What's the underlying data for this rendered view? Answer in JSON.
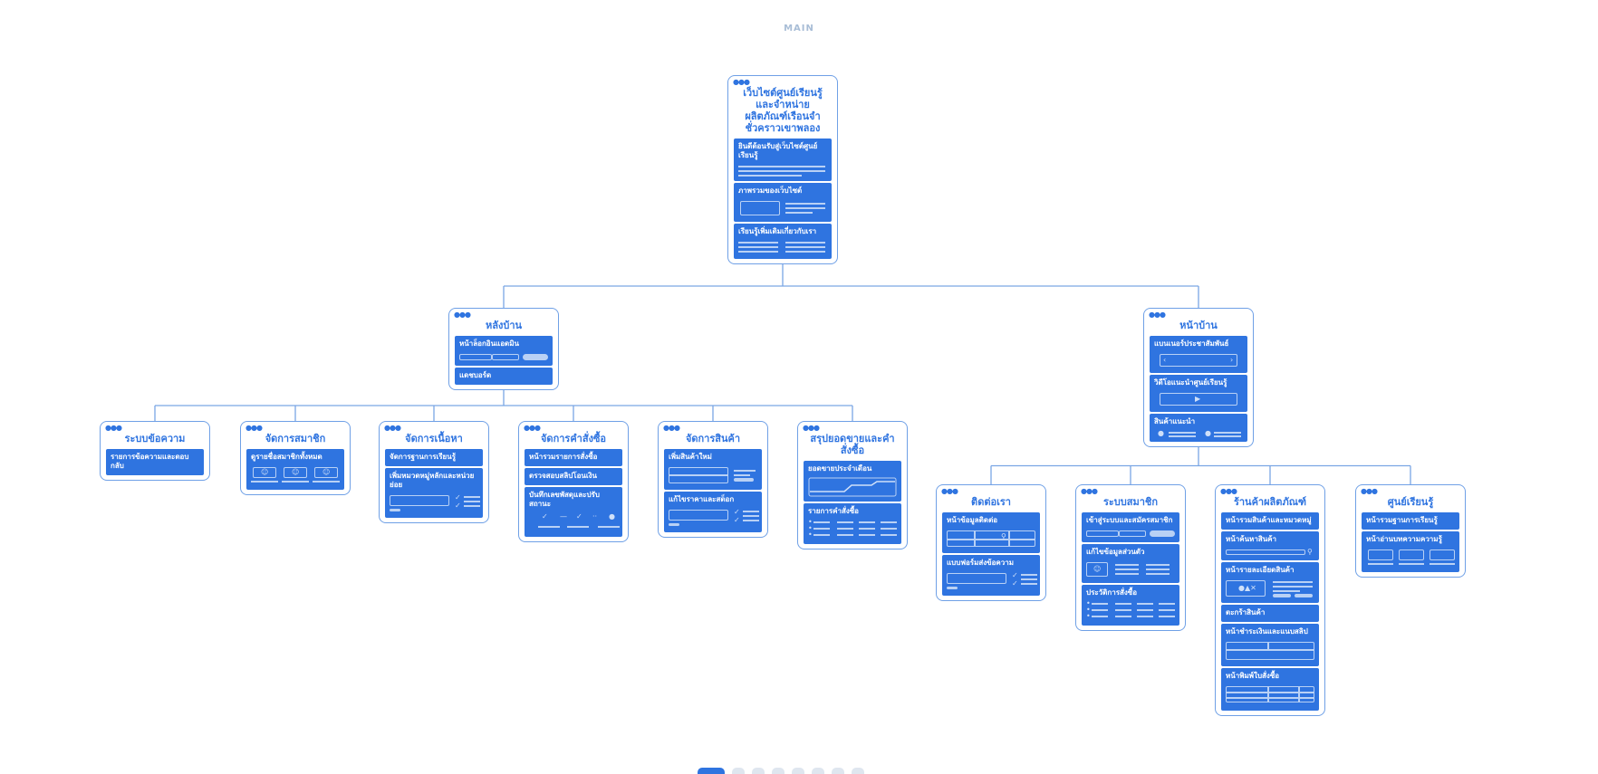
{
  "diagram": {
    "label": "MAIN",
    "root": {
      "title": "เว็บไซต์ศูนย์เรียนรู้และจำหน่ายผลิตภัณฑ์เรือนจำชั่วคราวเขาพลอง",
      "sections": [
        {
          "label": "ยินดีต้อนรับสู่เว็บไซต์ศูนย์เรียนรู้",
          "mock": "text"
        },
        {
          "label": "ภาพรวมของเว็บไซต์",
          "mock": "image-text"
        },
        {
          "label": "เรียนรู้เพิ่มเติมเกี่ยวกับเรา",
          "mock": "two-col"
        }
      ]
    },
    "backend": {
      "title": "หลังบ้าน",
      "sections": [
        {
          "label": "หน้าล็อกอินแอดมิน",
          "mock": "login"
        },
        {
          "label": "แดชบอร์ด",
          "mock": "none"
        }
      ],
      "children": [
        {
          "title": "ระบบข้อความ",
          "sections": [
            {
              "label": "รายการข้อความและตอบกลับ",
              "mock": "none"
            }
          ]
        },
        {
          "title": "จัดการสมาชิก",
          "sections": [
            {
              "label": "ดูรายชื่อสมาชิกทั้งหมด",
              "mock": "members"
            }
          ]
        },
        {
          "title": "จัดการเนื้อหา",
          "sections": [
            {
              "label": "จัดการฐานการเรียนรู้",
              "mock": "none"
            },
            {
              "label": "เพิ่มหมวดหมู่หลักและหน่วยย่อย",
              "mock": "form-check"
            }
          ]
        },
        {
          "title": "จัดการคำสั่งซื้อ",
          "sections": [
            {
              "label": "หน้ารวมรายการสั่งซื้อ",
              "mock": "none"
            },
            {
              "label": "ตรวจสอบสลิปโอนเงิน",
              "mock": "none"
            },
            {
              "label": "บันทึกเลขพัสดุและปรับสถานะ",
              "mock": "status"
            }
          ]
        },
        {
          "title": "จัดการสินค้า",
          "sections": [
            {
              "label": "เพิ่มสินค้าใหม่",
              "mock": "add-product"
            },
            {
              "label": "แก้ไขราคาและสต็อก",
              "mock": "form-check"
            }
          ]
        },
        {
          "title": "สรุปยอดขายและคำสั่งซื้อ",
          "sections": [
            {
              "label": "ยอดขายประจำเดือน",
              "mock": "chart"
            },
            {
              "label": "รายการคำสั่งซื้อ",
              "mock": "table"
            }
          ]
        }
      ]
    },
    "frontend": {
      "title": "หน้าบ้าน",
      "sections": [
        {
          "label": "แบนเนอร์ประชาสัมพันธ์",
          "mock": "carousel"
        },
        {
          "label": "วิดีโอแนะนำศูนย์เรียนรู้",
          "mock": "video"
        },
        {
          "label": "สินค้าแนะนำ",
          "mock": "dots"
        }
      ],
      "children": [
        {
          "title": "ติดต่อเรา",
          "sections": [
            {
              "label": "หน้าข้อมูลติดต่อ",
              "mock": "map"
            },
            {
              "label": "แบบฟอร์มส่งข้อความ",
              "mock": "form-check"
            }
          ]
        },
        {
          "title": "ระบบสมาชิก",
          "sections": [
            {
              "label": "เข้าสู่ระบบและสมัครสมาชิก",
              "mock": "login"
            },
            {
              "label": "แก้ไขข้อมูลส่วนตัว",
              "mock": "profile"
            },
            {
              "label": "ประวัติการสั่งซื้อ",
              "mock": "table"
            }
          ]
        },
        {
          "title": "ร้านค้าผลิตภัณฑ์",
          "sections": [
            {
              "label": "หน้ารวมสินค้าและหมวดหมู่",
              "mock": "none"
            },
            {
              "label": "หน้าค้นหาสินค้า",
              "mock": "search"
            },
            {
              "label": "หน้ารายละเอียดสินค้า",
              "mock": "detail"
            },
            {
              "label": "ตะกร้าสินค้า",
              "mock": "none"
            },
            {
              "label": "หน้าชำระเงินและแนบสลิป",
              "mock": "payment"
            },
            {
              "label": "หน้าพิมพ์ใบสั่งซื้อ",
              "mock": "invoice"
            }
          ]
        },
        {
          "title": "ศูนย์เรียนรู้",
          "sections": [
            {
              "label": "หน้ารวมฐานการเรียนรู้",
              "mock": "none"
            },
            {
              "label": "หน้าอ่านบทความความรู้",
              "mock": "articles"
            }
          ]
        }
      ]
    }
  }
}
